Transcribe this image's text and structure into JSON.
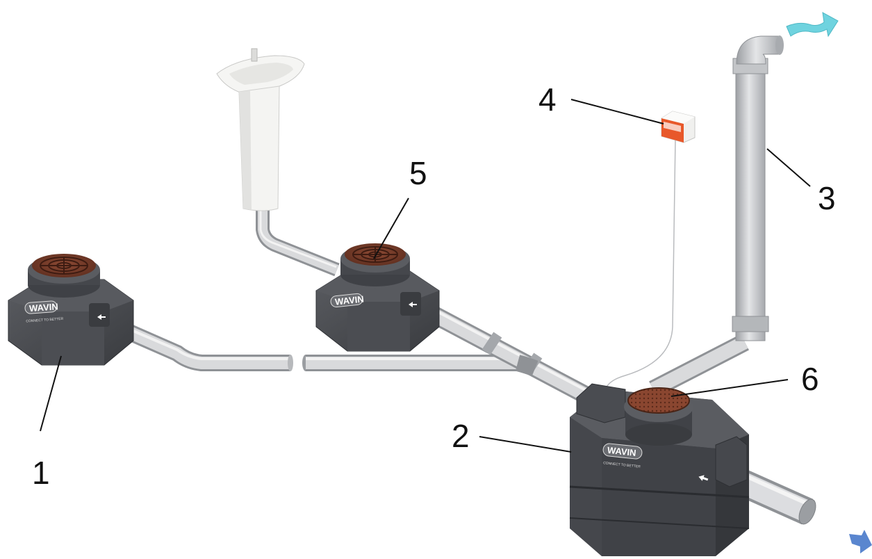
{
  "callouts": {
    "c1": "1",
    "c2": "2",
    "c3": "3",
    "c4": "4",
    "c5": "5",
    "c6": "6"
  },
  "branding": {
    "logo": "WAVIN",
    "tagline": "CONNECT TO BETTER"
  },
  "colors": {
    "housing": "#4a4c50",
    "housing_dark": "#303236",
    "pipe": "#c9cbce",
    "grate": "#7a3e2a",
    "outlet_arrow": "#6fd3df",
    "flow_arrow": "#5a86cf",
    "controller": "#e8582a",
    "basin": "#f3f3f1"
  },
  "icons": {
    "vent_arrow": "wavy-arrow-icon",
    "flow_arrow": "arrow-icon"
  }
}
